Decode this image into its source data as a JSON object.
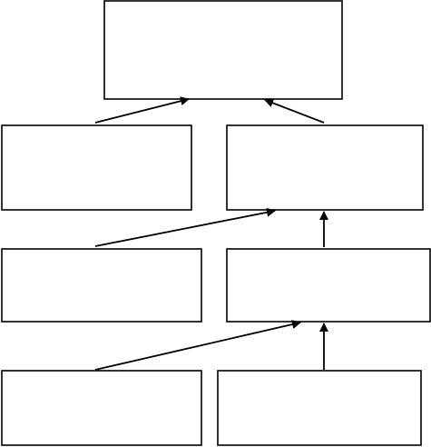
{
  "diagram": {
    "type": "flow",
    "nodes": [
      {
        "id": "top",
        "label": ""
      },
      {
        "id": "mid-left",
        "label": ""
      },
      {
        "id": "mid-right",
        "label": ""
      },
      {
        "id": "lower-left",
        "label": ""
      },
      {
        "id": "lower-right",
        "label": ""
      },
      {
        "id": "bottom-left",
        "label": ""
      },
      {
        "id": "bottom-right",
        "label": ""
      }
    ],
    "edges": [
      {
        "from": "mid-left",
        "to": "top"
      },
      {
        "from": "mid-right",
        "to": "top"
      },
      {
        "from": "lower-left",
        "to": "mid-right"
      },
      {
        "from": "lower-right",
        "to": "mid-right"
      },
      {
        "from": "bottom-left",
        "to": "lower-right"
      },
      {
        "from": "bottom-right",
        "to": "lower-right"
      }
    ]
  }
}
